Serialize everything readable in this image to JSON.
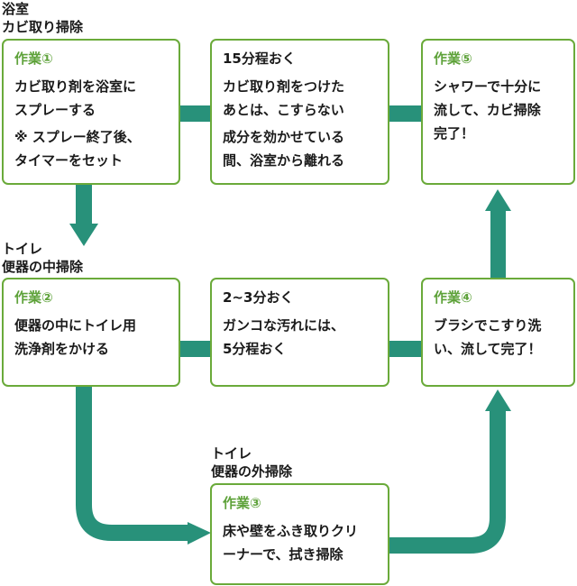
{
  "colors": {
    "border": "#6aaa3a",
    "connector": "#28917a",
    "step_title": "#5ea23a"
  },
  "sections": {
    "bath": [
      "浴室",
      "カビ取り掃除"
    ],
    "toilet_inner": [
      "トイレ",
      "便器の中掃除"
    ],
    "toilet_outer": [
      "トイレ",
      "便器の外掃除"
    ]
  },
  "boxes": {
    "step1": {
      "title": "作業①",
      "groups": [
        [
          "カビ取り剤を浴室に",
          "スプレーする"
        ],
        [
          "※ スプレー終了後、",
          "タイマーをセット"
        ]
      ]
    },
    "wait1": {
      "title": "15分程おく",
      "groups": [
        [
          "カビ取り剤をつけた",
          "あとは、こすらない"
        ],
        [
          "成分を効かせている",
          "間、浴室から離れる"
        ]
      ]
    },
    "step5": {
      "title": "作業⑤",
      "groups": [
        [
          "シャワーで十分に",
          "流して、カビ掃除",
          "完了！"
        ]
      ]
    },
    "step2": {
      "title": "作業②",
      "groups": [
        [
          "便器の中にトイレ用",
          "洗浄剤をかける"
        ]
      ]
    },
    "wait2": {
      "title": "2~3分おく",
      "groups": [
        [
          "ガンコな汚れには、",
          "5分程おく"
        ]
      ]
    },
    "step4": {
      "title": "作業④",
      "groups": [
        [
          "ブラシでこすり洗",
          "い、流して完了！"
        ]
      ]
    },
    "step3": {
      "title": "作業③",
      "groups": [
        [
          "床や壁をふき取りクリ",
          "ーナーで、拭き掃除"
        ]
      ]
    }
  }
}
